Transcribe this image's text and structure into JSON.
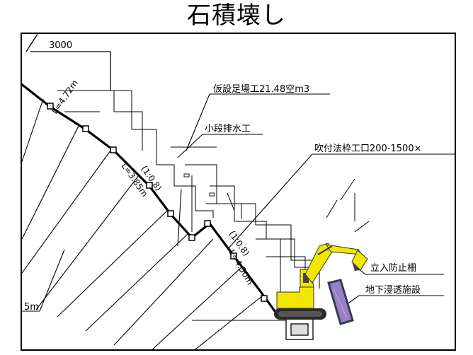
{
  "title": "石積壊し",
  "labels": {
    "dimension": "3000",
    "scaffold": "仮設足場工21.48空m3",
    "drainage": "小段排水工",
    "frame_work": "吹付法枠工口200-1500×",
    "fence": "立入防止柵",
    "infiltration": "地下浸透施設",
    "slope_upper_len": "L=4.72m",
    "slope_upper_ratio": "(1:0.8)",
    "slope_mid_len": "L=3.85m",
    "slope_lower_ratio": "(1:0.8)",
    "slope_lower_len": "L=4.50m",
    "bottom_left": "5m"
  },
  "colors": {
    "line": "#000000",
    "excavator_body": "#f2e600",
    "excavator_dark": "#2a2a2a",
    "panel": "#9b7fc6",
    "panel_edge": "#2e3f5c"
  },
  "icons": {
    "machine": "excavator-icon"
  }
}
